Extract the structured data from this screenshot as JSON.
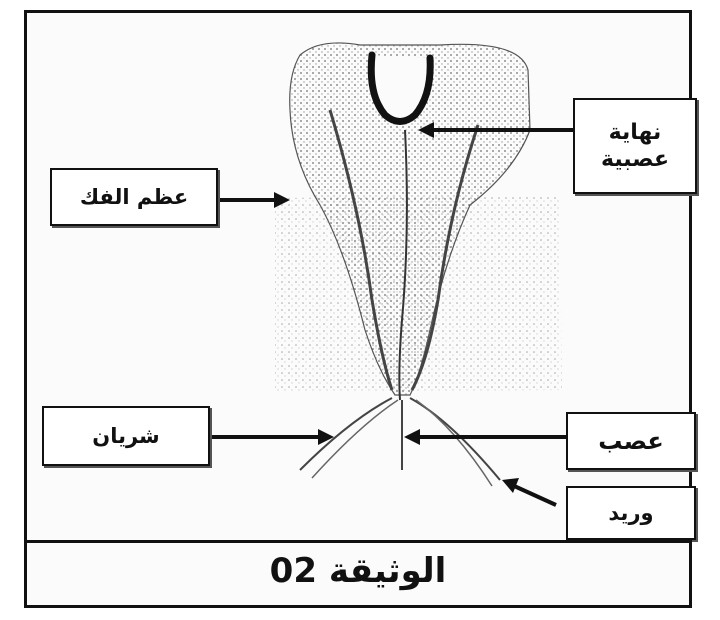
{
  "document_title": "الوثيقة 02",
  "labels": {
    "nerve_ending": "نهاية عصبية",
    "jaw_bone": "عظم الفك",
    "artery": "شريان",
    "nerve": "عصب",
    "vein": "وريد"
  },
  "colors": {
    "ink": "#111111",
    "stipple": "#8a8a8a",
    "background": "#fbfbfb"
  }
}
